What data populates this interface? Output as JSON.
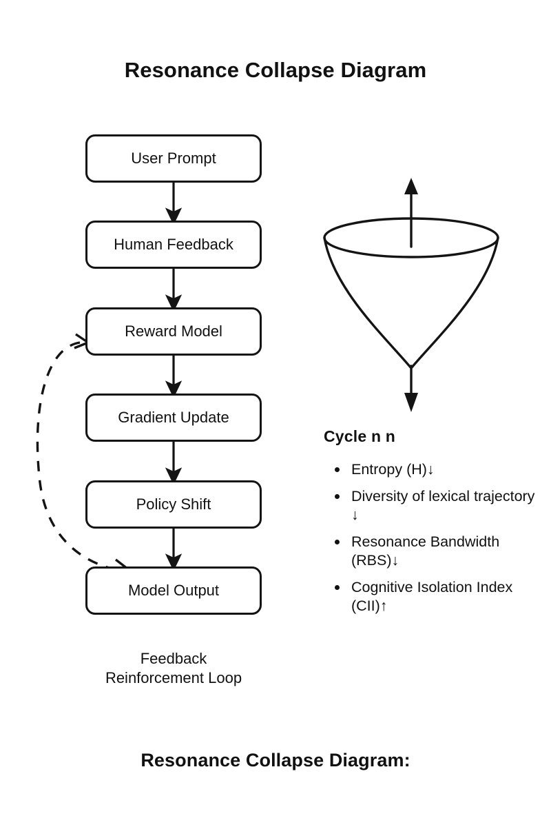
{
  "page": {
    "title": "Resonance Collapse Diagram",
    "caption": "Resonance Collapse Diagram:",
    "background_color": "#ffffff",
    "ink_color": "#111111"
  },
  "flowchart": {
    "name": "Feedback Reinforcement Loop",
    "loop_label_line1": "Feedback",
    "loop_label_line2": "Reinforcement Loop",
    "nodes": [
      {
        "id": "user-prompt",
        "label": "User Prompt"
      },
      {
        "id": "human-feedback",
        "label": "Human Feedback"
      },
      {
        "id": "reward-model",
        "label": "Reward Model"
      },
      {
        "id": "gradient-update",
        "label": "Gradient Update"
      },
      {
        "id": "policy-shift",
        "label": "Policy Shift"
      },
      {
        "id": "model-output",
        "label": "Model Output"
      }
    ],
    "connectors": [
      {
        "from": "user-prompt",
        "to": "human-feedback",
        "style": "solid-arrow"
      },
      {
        "from": "human-feedback",
        "to": "reward-model",
        "style": "solid-arrow"
      },
      {
        "from": "reward-model",
        "to": "gradient-update",
        "style": "solid-arrow"
      },
      {
        "from": "gradient-update",
        "to": "policy-shift",
        "style": "solid-arrow"
      },
      {
        "from": "policy-shift",
        "to": "model-output",
        "style": "solid-arrow"
      },
      {
        "from": "model-output",
        "to": "reward-model",
        "style": "dashed-curve"
      }
    ]
  },
  "funnel": {
    "shape": "collapsing-cone",
    "top_arrow_direction": "up",
    "bottom_arrow_direction": "down",
    "cycle_label": "Cycle n n",
    "metrics": [
      {
        "label": "Entropy (H)↓",
        "trend": "down"
      },
      {
        "label": "Diversity of lexical trajectory ↓",
        "trend": "down"
      },
      {
        "label": "Resonance Bandwidth (RBS)↓",
        "trend": "down"
      },
      {
        "label": "Cognitive Isolation Index (CII)↑",
        "trend": "up"
      }
    ]
  }
}
